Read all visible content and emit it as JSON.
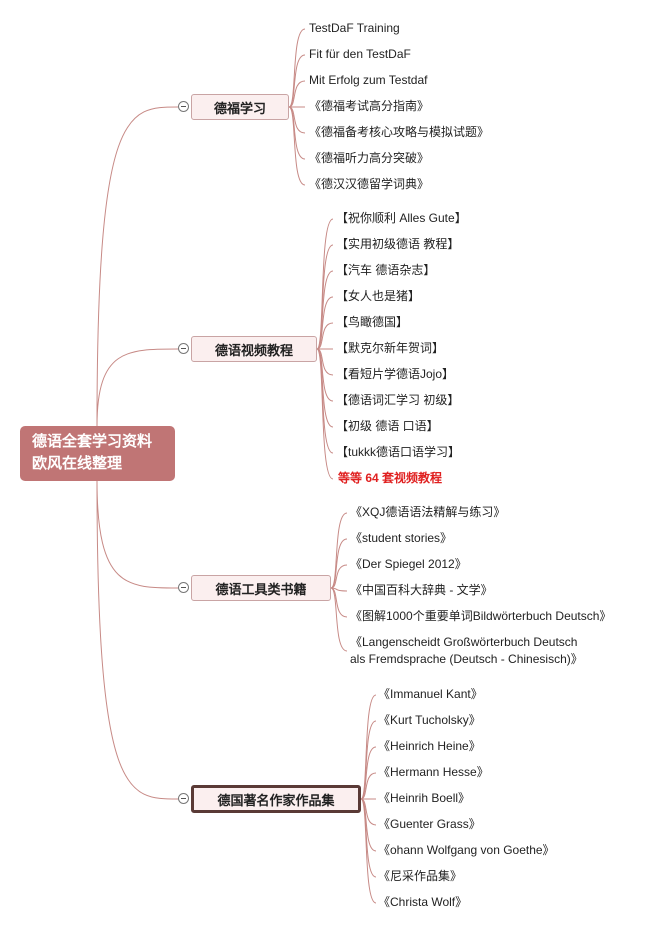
{
  "root": {
    "lines": [
      "德语全套学习资料",
      "欧风在线整理"
    ]
  },
  "branches": [
    {
      "label": "德福学习",
      "items": [
        "TestDaF Training",
        "Fit für den TestDaF",
        "Mit Erfolg zum Testdaf",
        "《德福考试高分指南》",
        "《德福备考核心攻略与模拟试题》",
        "《德福听力高分突破》",
        "《德汉汉德留学词典》"
      ]
    },
    {
      "label": "德语视频教程",
      "items": [
        "【祝你顺利 Alles Gute】",
        "【实用初级德语 教程】",
        "【汽车 德语杂志】",
        "【女人也是猪】",
        "【鸟瞰德国】",
        "【默克尔新年贺词】",
        "【看短片学德语Jojo】",
        "【德语词汇学习 初级】",
        "【初级 德语 口语】",
        "【tukkk德语口语学习】",
        "等等 64 套视频教程"
      ]
    },
    {
      "label": "德语工具类书籍",
      "items": [
        "《XQJ德语语法精解与练习》",
        "《student stories》",
        "《Der Spiegel 2012》",
        "《中国百科大辞典 - 文学》",
        "《图解1000个重要单词Bildwörterbuch Deutsch》",
        [
          "《Langenscheidt Großwörterbuch Deutsch",
          "als Fremdsprache (Deutsch - Chinesisch)》"
        ]
      ]
    },
    {
      "label": "德国著名作家作品集",
      "items": [
        "《Immanuel Kant》",
        "《Kurt Tucholsky》",
        "《Heinrich Heine》",
        "《Hermann Hesse》",
        "《Heinrih Boell》",
        "《Guenter Grass》",
        "《ohann Wolfgang von Goethe》",
        "《尼采作品集》",
        "《Christa Wolf》"
      ]
    }
  ],
  "colors": {
    "root_fill": "#c07575",
    "connector": "#c78a86",
    "highlight_text": "#e02020",
    "selected_border": "#5a3a36"
  }
}
